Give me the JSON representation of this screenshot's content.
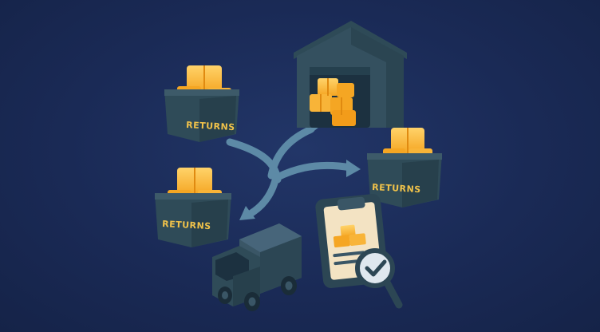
{
  "bins": [
    {
      "label": "RETURNS"
    },
    {
      "label": "RETURNS"
    },
    {
      "label": "RETURNS"
    }
  ],
  "icons": [
    "returns-bin-icon",
    "warehouse-icon",
    "delivery-truck-icon",
    "inspection-clipboard-icon",
    "magnifier-check-icon",
    "routing-arrows-icon"
  ],
  "colors": {
    "background": "#1b2b57",
    "object_dark": "#2c4654",
    "object_mid": "#3a5666",
    "box_orange": "#f5a623",
    "box_light": "#f8c04a",
    "arrow": "#5d8aa6",
    "paper": "#f3e3c3",
    "check": "#2c4654"
  }
}
